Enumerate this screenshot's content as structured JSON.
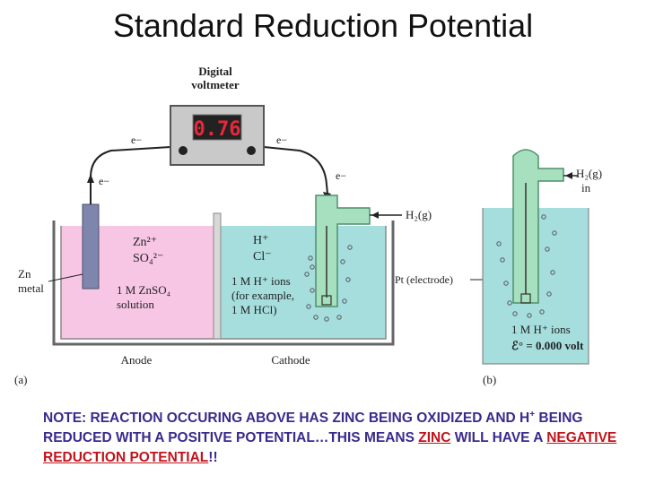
{
  "title": "Standard Reduction Potential",
  "diagram": {
    "voltmeter_label_1": "Digital",
    "voltmeter_label_2": "voltmeter",
    "voltmeter_reading": "0.76",
    "electron_label": "e−",
    "zn_ion": "Zn²⁺",
    "so4_ion": "SO₄²⁻",
    "zn_label_1": "Zn",
    "zn_label_2": "metal",
    "znso4_1": "1 M ZnSO₄",
    "znso4_2": "solution",
    "h_ion": "H⁺",
    "cl_ion": "Cl⁻",
    "cathode_text_1": "1 M H⁺ ions",
    "cathode_text_2": "(for example,",
    "cathode_text_3": "1 M HCl)",
    "h2_label": "H₂(g)",
    "anode_label": "Anode",
    "cathode_label": "Cathode",
    "label_a": "(a)",
    "pt_label": "Pt (electrode)",
    "h2_in_1": "H₂(g)",
    "h2_in_2": "in",
    "b_text_1": "1 M H⁺ ions",
    "b_text_2": "ℰ° = 0.000 volt",
    "label_b": "(b)"
  },
  "note": {
    "part1": "NOTE: REACTION OCCURING ABOVE HAS ZINC BEING OXIDIZED AND H",
    "sup": "+",
    "part2": " BEING REDUCED WITH A POSITIVE POTENTIAL…THIS MEANS ",
    "zinc": "ZINC",
    "part3": " WILL HAVE A ",
    "neg": "NEGATIVE REDUCTION POTENTIAL",
    "end": "!!"
  },
  "colors": {
    "anode_solution": "#f7c6e4",
    "cathode_solution": "#a6dede",
    "electrode_zn": "#7e86ad",
    "glass_tube": "#a6e0bf",
    "note_text": "#3b2a8c",
    "note_highlight": "#c0141b"
  }
}
